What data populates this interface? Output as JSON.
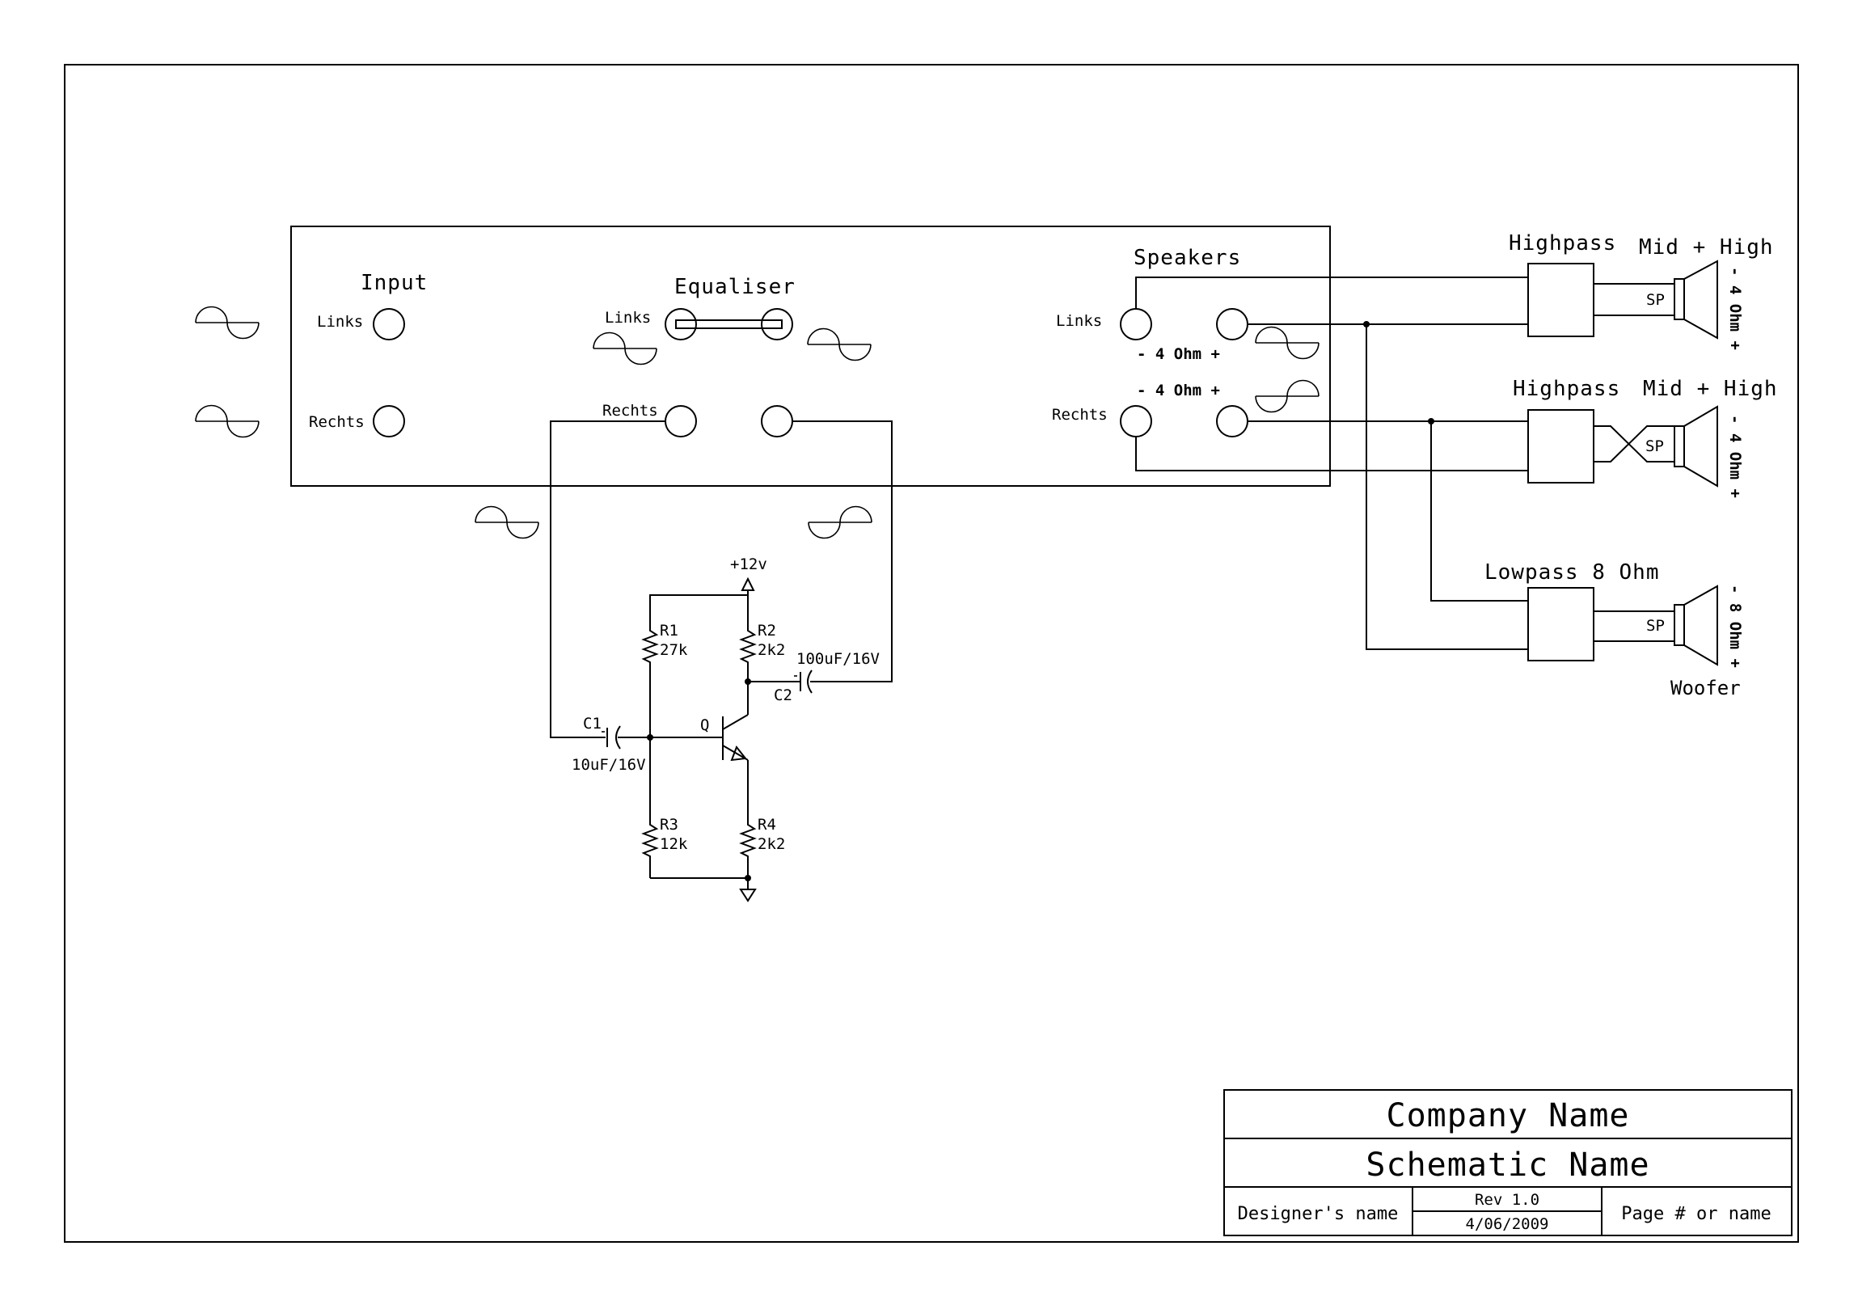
{
  "diagram": {
    "input_box": {
      "title": "Input",
      "left_label": "Links",
      "right_label": "Rechts"
    },
    "equaliser": {
      "title": "Equaliser",
      "left_label": "Links",
      "right_label": "Rechts"
    },
    "speakers_box": {
      "title": "Speakers",
      "left_label": "Links",
      "right_label": "Rechts",
      "left_polarity": "- 4 Ohm +",
      "right_polarity": "- 4 Ohm +"
    },
    "amplifier": {
      "supply": "+12v",
      "r1_name": "R1",
      "r1_value": "27k",
      "r2_name": "R2",
      "r2_value": "2k2",
      "r3_name": "R3",
      "r3_value": "12k",
      "r4_name": "R4",
      "r4_value": "2k2",
      "c1_name": "C1",
      "c1_value": "10uF/16V",
      "c2_name": "C2",
      "c2_value": "100uF/16V",
      "transistor": "Q"
    },
    "outputs": {
      "highpass_1": "Highpass",
      "speaker_1": "Mid + High",
      "speaker_1_rating": "- 4 Ohm +",
      "highpass_2": "Highpass",
      "speaker_2": "Mid + High",
      "speaker_2_rating": "- 4 Ohm +",
      "lowpass": "Lowpass 8 Ohm",
      "speaker_3_rating": "- 8 Ohm +",
      "woofer": "Woofer",
      "sp_label": "SP"
    }
  },
  "title_block": {
    "company": "Company Name",
    "schematic": "Schematic Name",
    "designer": "Designer's name",
    "rev": "Rev 1.0",
    "date": "4/06/2009",
    "page": "Page # or name"
  }
}
